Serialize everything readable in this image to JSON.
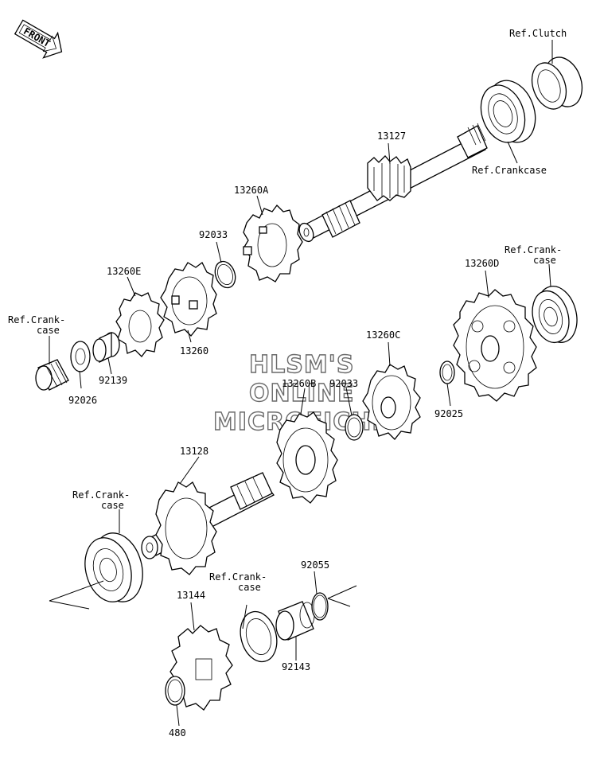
{
  "front_arrow": {
    "text": "FRONT",
    "icon": "front-arrow-icon"
  },
  "watermark": {
    "line1": "HLSM'S",
    "line2": "ONLINE",
    "line3": "MICROFICHE"
  },
  "labels": {
    "ref_clutch": "Ref.Clutch",
    "ref_crankcase_top": "Ref.Crankcase",
    "p13127": "13127",
    "p13260A": "13260A",
    "p92033_a": "92033",
    "p13260E": "13260E",
    "ref_crank_left_1": "Ref.Crank-",
    "ref_crank_left_2": "case",
    "p13260": "13260",
    "p92139": "92139",
    "p92026": "92026",
    "ref_crank_right_1": "Ref.Crank-",
    "ref_crank_right_2": "case",
    "p13260D": "13260D",
    "p13260C": "13260C",
    "p13260B": "13260B",
    "p92033_b": "92033",
    "p92025": "92025",
    "p13128": "13128",
    "ref_crank_mid_1": "Ref.Crank-",
    "ref_crank_mid_2": "case",
    "p13144": "13144",
    "ref_crank_low_1": "Ref.Crank-",
    "ref_crank_low_2": "case",
    "p92055": "92055",
    "p92143": "92143",
    "p480": "480"
  }
}
